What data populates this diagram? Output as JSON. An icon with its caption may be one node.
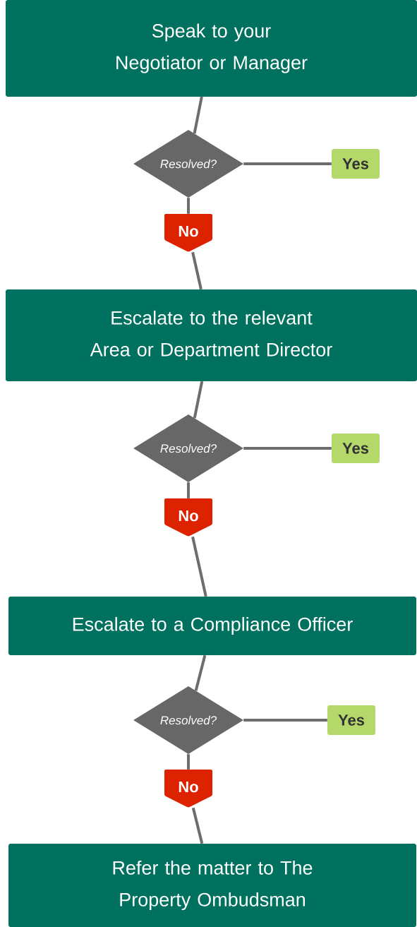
{
  "diagram": {
    "nodes": [
      {
        "text": [
          "Speak to your Negotiator or Manager"
        ]
      },
      {
        "text": [
          "Resolved?"
        ]
      },
      {
        "text": [
          "Yes"
        ]
      },
      {
        "text": [
          "No"
        ]
      },
      {
        "text": [
          "Escalate to the relevant Area or Department Director"
        ]
      },
      {
        "text": [
          "Resolved?"
        ]
      },
      {
        "text": [
          "Yes"
        ]
      },
      {
        "text": [
          "No"
        ]
      },
      {
        "text": [
          "Escalate to a Compliance Officer"
        ]
      },
      {
        "text": [
          "Resolved?"
        ]
      },
      {
        "text": [
          "Yes"
        ]
      },
      {
        "text": [
          "No"
        ]
      },
      {
        "text": [
          "Refer the matter to The Property Ombudsman"
        ]
      }
    ],
    "edges": [
      {
        "from": 0,
        "to": 1,
        "arrow": "none"
      },
      {
        "from": 1,
        "to": 2,
        "arrow": "none"
      },
      {
        "from": 1,
        "to": 3,
        "arrow": "none"
      },
      {
        "from": 3,
        "to": 4,
        "arrow": "none"
      },
      {
        "from": 4,
        "to": 5,
        "arrow": "none"
      },
      {
        "from": 5,
        "to": 6,
        "arrow": "none"
      },
      {
        "from": 5,
        "to": 7,
        "arrow": "none"
      },
      {
        "from": 7,
        "to": 8,
        "arrow": "none"
      },
      {
        "from": 8,
        "to": 9,
        "arrow": "none"
      },
      {
        "from": 9,
        "to": 10,
        "arrow": "none"
      },
      {
        "from": 9,
        "to": 11,
        "arrow": "none"
      },
      {
        "from": 11,
        "to": 12,
        "arrow": "none"
      }
    ]
  }
}
